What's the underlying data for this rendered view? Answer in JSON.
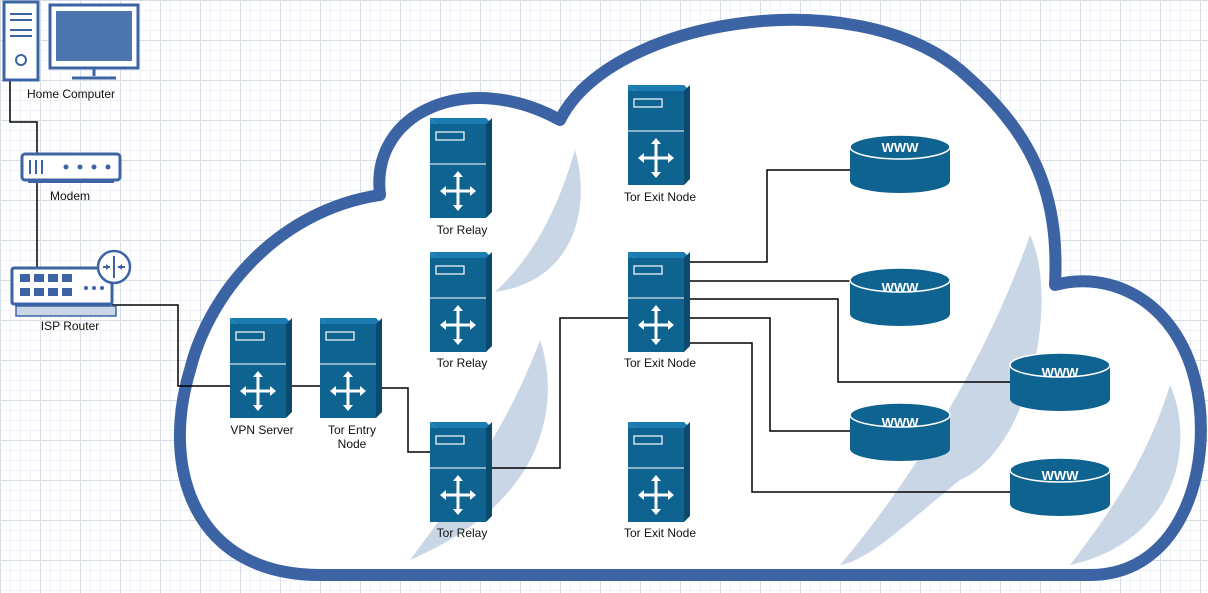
{
  "colors": {
    "cloud_stroke": "#3c64a4",
    "cloud_shadow": "#c9d6e6",
    "server_front": "#0f6391",
    "server_side": "#0a4a6c",
    "server_top": "#1b7cb1",
    "www_fill": "#0f6391",
    "outline_icon": "#3c64a4",
    "link": "#000000"
  },
  "labels": {
    "home_computer": "Home Computer",
    "modem": "Modem",
    "isp_router": "ISP Router",
    "vpn_server": "VPN Server",
    "tor_entry_node": "Tor Entry\nNode",
    "tor_relay_top": "Tor Relay",
    "tor_relay_mid": "Tor Relay",
    "tor_relay_bottom": "Tor Relay",
    "tor_exit_top": "Tor Exit Node",
    "tor_exit_mid": "Tor Exit Node",
    "tor_exit_bottom": "Tor Exit Node"
  },
  "www": [
    "WWW",
    "WWW",
    "WWW",
    "WWW",
    "WWW"
  ]
}
